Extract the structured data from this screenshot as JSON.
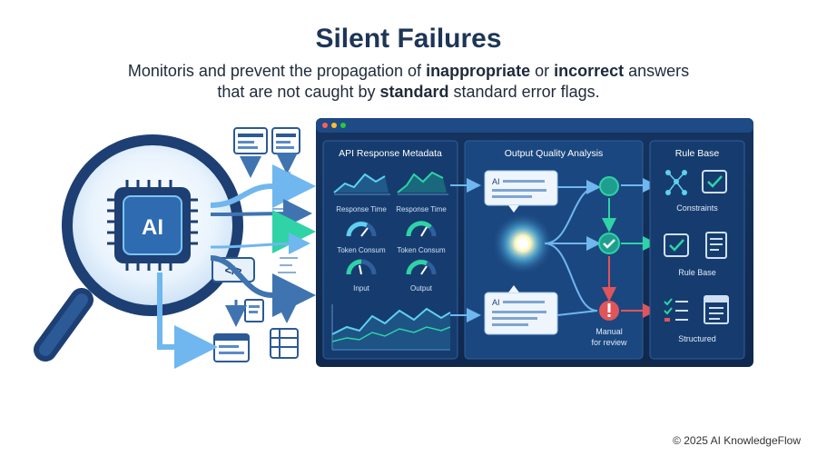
{
  "header": {
    "title": "Silent Failures",
    "line1_a": "Monitoris and prevent the propagation of ",
    "line1_b": "inappropriate",
    "line1_c": " or ",
    "line1_d": "incorrect",
    "line1_e": " answers",
    "line2_a": "that are not caught by ",
    "line2_b": "standard",
    "line2_c": " standard error flags."
  },
  "left": {
    "chip_label": "AI",
    "code_glyph": "</>"
  },
  "panels": {
    "api": {
      "title": "API Response Metadata",
      "gauges": [
        "Response Time",
        "Response Time",
        "Token Consum",
        "Token Consum",
        "Input",
        "Output"
      ]
    },
    "quality": {
      "title": "Output Quality Analysis",
      "bubble1": "AI",
      "bubble2": "AI",
      "manual1": "Manual",
      "manual2": "for review"
    },
    "rules": {
      "title": "Rule Base",
      "items": [
        "Constraints",
        "Rule Base",
        "Structured"
      ]
    }
  },
  "footer": {
    "copyright": "© 2025 AI KnowledgeFlow"
  },
  "colors": {
    "navy": "#0f2a55",
    "panel": "#173b70",
    "accent_teal": "#2fd3a6",
    "accent_cyan": "#5fd0f0",
    "alert_red": "#e0555a",
    "arrow_blue": "#3f74b0"
  }
}
